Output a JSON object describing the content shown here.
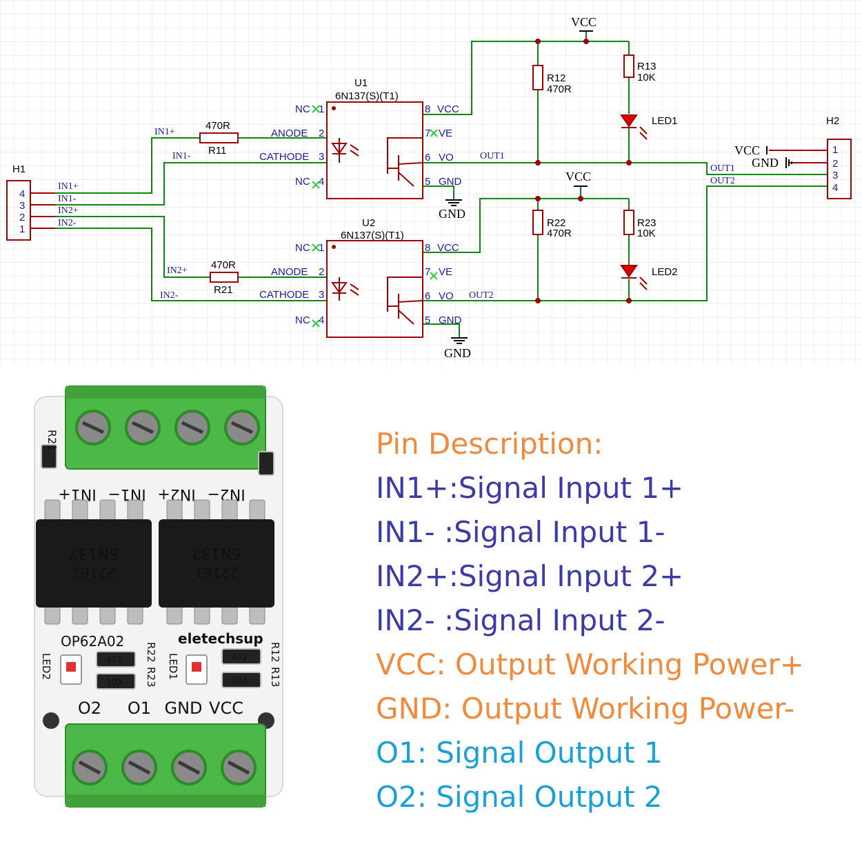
{
  "schematic": {
    "power": {
      "vcc": "VCC",
      "gnd": "GND"
    },
    "h1": {
      "ref": "H1",
      "pins": [
        "4",
        "3",
        "2",
        "1"
      ],
      "nets": [
        "IN1+",
        "IN1-",
        "IN2+",
        "IN2-"
      ]
    },
    "h2": {
      "ref": "H2",
      "pins": [
        "1",
        "2",
        "3",
        "4"
      ],
      "nets": [
        "VCC",
        "GND",
        "OUT1",
        "OUT2"
      ]
    },
    "u1": {
      "ref": "U1",
      "part": "6N137(S)(T1)",
      "left_pins": [
        {
          "name": "NC",
          "num": "1"
        },
        {
          "name": "ANODE",
          "num": "2"
        },
        {
          "name": "CATHODE",
          "num": "3"
        },
        {
          "name": "NC",
          "num": "4"
        }
      ],
      "right_pins": [
        {
          "num": "8",
          "name": "VCC"
        },
        {
          "num": "7",
          "name": "VE"
        },
        {
          "num": "6",
          "name": "VO"
        },
        {
          "num": "5",
          "name": "GND"
        }
      ],
      "in_pos": "IN1+",
      "in_neg": "IN1-",
      "out": "OUT1"
    },
    "u2": {
      "ref": "U2",
      "part": "6N137(S)(T1)",
      "left_pins": [
        {
          "name": "NC",
          "num": "1"
        },
        {
          "name": "ANODE",
          "num": "2"
        },
        {
          "name": "CATHODE",
          "num": "3"
        },
        {
          "name": "NC",
          "num": "4"
        }
      ],
      "right_pins": [
        {
          "num": "8",
          "name": "VCC"
        },
        {
          "num": "7",
          "name": "VE"
        },
        {
          "num": "6",
          "name": "VO"
        },
        {
          "num": "5",
          "name": "GND"
        }
      ],
      "in_pos": "IN2+",
      "in_neg": "IN2-",
      "out": "OUT2"
    },
    "r11": {
      "ref": "R11",
      "value": "470R"
    },
    "r21": {
      "ref": "R21",
      "value": "470R"
    },
    "r12": {
      "ref": "R12",
      "value": "470R"
    },
    "r13": {
      "ref": "R13",
      "value": "10K"
    },
    "r22": {
      "ref": "R22",
      "value": "470R"
    },
    "r23": {
      "ref": "R23",
      "value": "10K"
    },
    "led1": {
      "ref": "LED1"
    },
    "led2": {
      "ref": "LED2"
    }
  },
  "board": {
    "top_labels": {
      "in2_minus": "IN2−",
      "in2_plus": "IN2+",
      "in1_minus": "IN1−",
      "in1_plus": "IN1+"
    },
    "bottom_labels": {
      "o2": "O2",
      "o1": "O1",
      "gnd": "GND",
      "vcc": "VCC"
    },
    "model": "OP62A02",
    "brand": "eletechsup",
    "chip_text_line1": "22161",
    "chip_text_line2": "6N137",
    "silk": {
      "r21": "R21",
      "led2": "LED2",
      "r22": "R22",
      "r23": "R23",
      "led1": "LED1",
      "r12": "R12",
      "r13": "R13",
      "res_code_a": "472",
      "res_code_b": "103"
    }
  },
  "pin_description": {
    "title": "Pin Description:",
    "lines": [
      {
        "text": "IN1+:Signal Input 1+",
        "color": "#3a3aa8"
      },
      {
        "text": "IN1- :Signal Input 1-",
        "color": "#3a3aa8"
      },
      {
        "text": "IN2+:Signal Input 2+",
        "color": "#3a3aa8"
      },
      {
        "text": "IN2- :Signal Input 2-",
        "color": "#3a3aa8"
      },
      {
        "text": "VCC: Output Working Power+",
        "color": "#f08a3c"
      },
      {
        "text": "GND: Output Working Power-",
        "color": "#f08a3c"
      },
      {
        "text": "O1: Signal Output 1",
        "color": "#1aa0d8"
      },
      {
        "text": "O2: Signal Output 2",
        "color": "#1aa0d8"
      }
    ],
    "title_color": "#f08a3c"
  },
  "colors": {
    "wire": "#0a8a0a",
    "component": "#a00000",
    "pin_text": "#1a1aa0",
    "nc_mark": "#2ecc40",
    "led_fill": "#e00000",
    "terminal_green": "#4cb848",
    "chip_black": "#1a1a1a",
    "pcb_white": "#f3f3f3"
  }
}
